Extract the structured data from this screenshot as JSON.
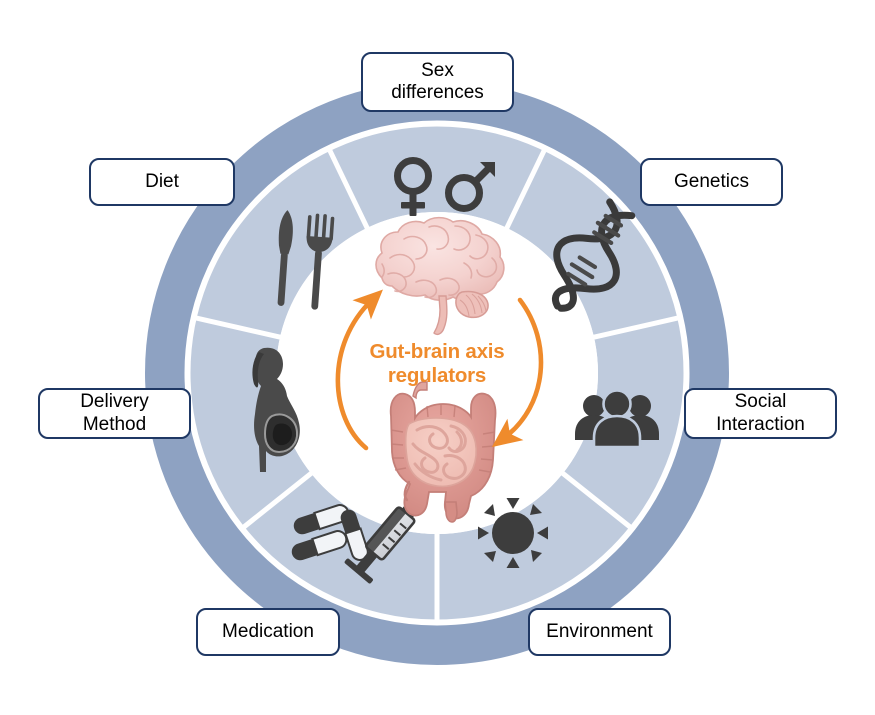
{
  "figure": {
    "title": "Gut-brain axis regulators wheel diagram",
    "center_label": "Gut-brain axis\nregulators",
    "center_color": "#ef8b2c",
    "outer_ring_color": "#8ea2c2",
    "inner_ring_color": "#bfcbdd",
    "divider_color": "#ffffff",
    "label_border_color": "#1f3864",
    "label_text_color": "#000000",
    "icon_color": "#3d3d3d",
    "brain_color": "#f3cfcd",
    "gut_color": "#e29b95"
  },
  "labels": [
    {
      "id": "sex-differences",
      "text": "Sex\ndifferences"
    },
    {
      "id": "genetics",
      "text": "Genetics"
    },
    {
      "id": "social-interaction",
      "text": "Social\nInteraction"
    },
    {
      "id": "environment",
      "text": "Environment"
    },
    {
      "id": "medication",
      "text": "Medication"
    },
    {
      "id": "delivery-method",
      "text": "Delivery\nMethod"
    },
    {
      "id": "diet",
      "text": "Diet"
    }
  ],
  "segments": [
    {
      "id": "sex-differences",
      "icon": "venus-mars-icon",
      "label_ref": "Sex differences"
    },
    {
      "id": "genetics",
      "icon": "dna-helix-icon",
      "label_ref": "Genetics"
    },
    {
      "id": "social-interaction",
      "icon": "people-group-icon",
      "label_ref": "Social Interaction"
    },
    {
      "id": "environment",
      "icon": "sun-icon",
      "label_ref": "Environment"
    },
    {
      "id": "medication",
      "icon": "pills-syringe-icon",
      "label_ref": "Medication"
    },
    {
      "id": "delivery-method",
      "icon": "pregnant-woman-icon",
      "label_ref": "Delivery Method"
    },
    {
      "id": "diet",
      "icon": "knife-fork-icon",
      "label_ref": "Diet"
    }
  ],
  "center_graphics": [
    {
      "id": "brain",
      "name": "brain-illustration"
    },
    {
      "id": "gut",
      "name": "intestines-illustration"
    },
    {
      "id": "arrow-up",
      "name": "arrow-gut-to-brain"
    },
    {
      "id": "arrow-down",
      "name": "arrow-brain-to-gut"
    }
  ]
}
